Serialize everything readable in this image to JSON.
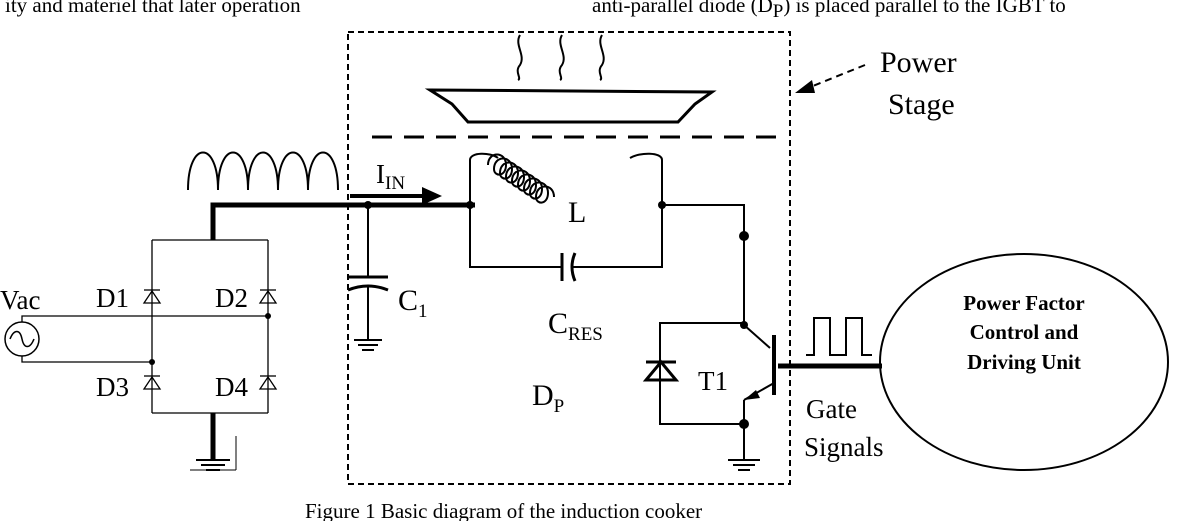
{
  "top_text": {
    "left": "ity     and     materiel     that     later     operation",
    "right_pre": "anti-parallel diode (D",
    "right_sub": "P",
    "right_post": ") is placed parallel to the IGBT to"
  },
  "labels": {
    "power_stage_line1": "Power",
    "power_stage_line2": "Stage",
    "vac": "Vac",
    "d1": "D1",
    "d2": "D2",
    "d3": "D3",
    "d4": "D4",
    "iin_main": "I",
    "iin_sub": "IN",
    "l": "L",
    "c1_main": "C",
    "c1_sub": "1",
    "cres_main": "C",
    "cres_sub": "RES",
    "dp_main": "D",
    "dp_sub": "P",
    "t1": "T1",
    "gate_line1": "Gate",
    "gate_line2": "Signals",
    "pfc_line1": "Power Factor",
    "pfc_line2": "Control and",
    "pfc_line3": "Driving Unit"
  },
  "caption": "Figure 1 Basic diagram of the induction cooker"
}
